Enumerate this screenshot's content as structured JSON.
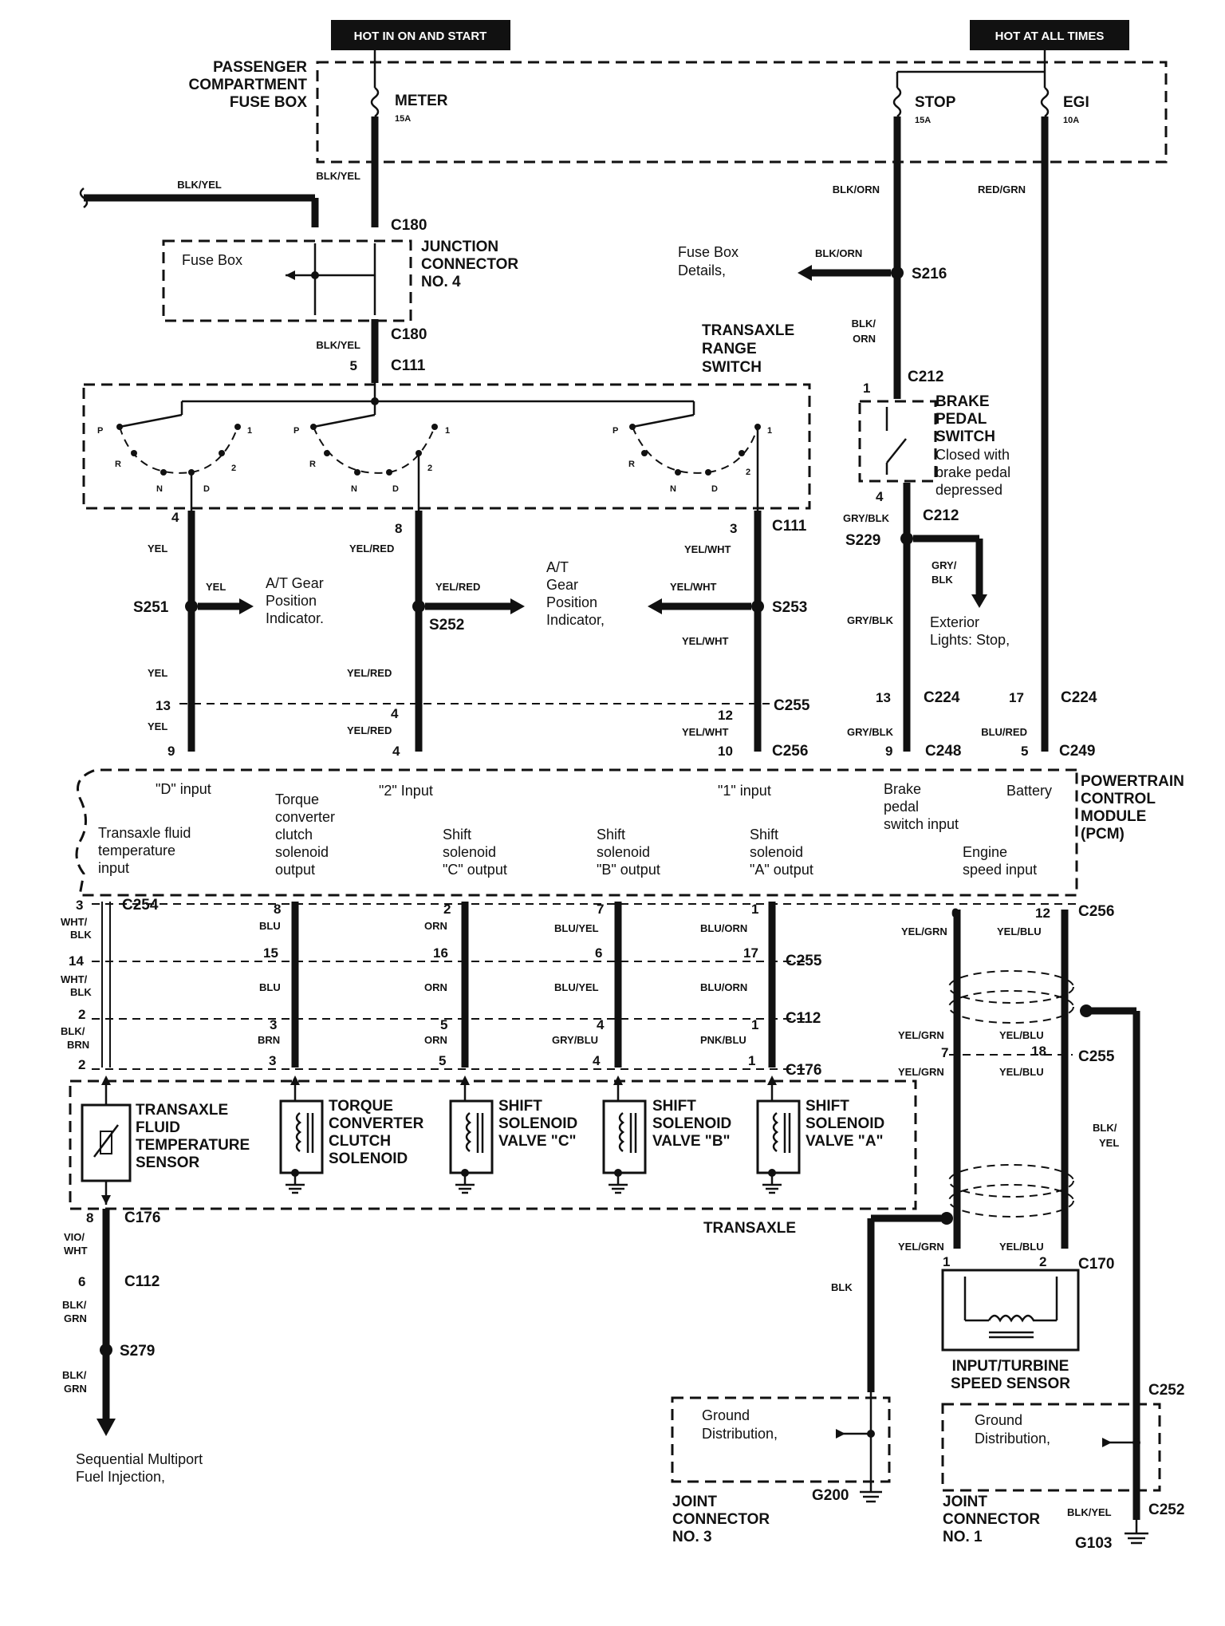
{
  "headers": {
    "hot_on_start": "HOT IN ON AND START",
    "hot_always": "HOT AT ALL TIMES"
  },
  "fusebox": {
    "title": [
      "PASSENGER",
      "COMPARTMENT",
      "FUSE BOX"
    ],
    "fuses": [
      {
        "name": "METER",
        "rating": "15A"
      },
      {
        "name": "STOP",
        "rating": "15A"
      },
      {
        "name": "EGI",
        "rating": "10A"
      }
    ]
  },
  "wires": {
    "blk_yel": "BLK/YEL",
    "blk_orn": "BLK/ORN",
    "red_grn": "RED/GRN",
    "blk_orn_split": [
      "BLK/",
      "ORN"
    ],
    "yel": "YEL",
    "yel_red": "YEL/RED",
    "yel_wht": "YEL/WHT",
    "gry_blk": "GRY/BLK",
    "gry_blk_split": [
      "GRY/",
      "BLK"
    ],
    "blu_red": "BLU/RED",
    "wht_blk": [
      "WHT/",
      "BLK"
    ],
    "blk_brn": [
      "BLK/",
      "BRN"
    ],
    "blu": "BLU",
    "brn": "BRN",
    "orn": "ORN",
    "blu_yel": "BLU/YEL",
    "gry_blu": "GRY/BLU",
    "blu_orn": "BLU/ORN",
    "pnk_blu": "PNK/BLU",
    "yel_grn": "YEL/GRN",
    "yel_blu": "YEL/BLU",
    "blk_yel_split": [
      "BLK/",
      "YEL"
    ],
    "blk": "BLK",
    "vio_wht": [
      "VIO/",
      "WHT"
    ],
    "blk_grn": [
      "BLK/",
      "GRN"
    ]
  },
  "connectors": {
    "c180": "C180",
    "c111": "C111",
    "c212": "C212",
    "c224": "C224",
    "c248": "C248",
    "c249": "C249",
    "c255": "C255",
    "c256": "C256",
    "c254": "C254",
    "c112": "C112",
    "c176": "C176",
    "c170": "C170",
    "c252": "C252"
  },
  "splices": {
    "s216": "S216",
    "s229": "S229",
    "s251": "S251",
    "s252": "S252",
    "s253": "S253",
    "s279": "S279"
  },
  "grounds": {
    "g200": "G200",
    "g103": "G103"
  },
  "pins": {
    "p5": "5",
    "p1": "1",
    "p4": "4",
    "p8": "8",
    "p3": "3",
    "p13": "13",
    "p9": "9",
    "p12": "12",
    "p10": "10",
    "p17": "17",
    "p6": "6",
    "p14": "14",
    "p2": "2",
    "p15": "15",
    "p16": "16",
    "p7": "7",
    "p18": "18"
  },
  "labels": {
    "fuse_box_sub": "Fuse Box",
    "junction4": [
      "JUNCTION",
      "CONNECTOR",
      "NO. 4"
    ],
    "fuse_box_details": [
      "Fuse Box",
      "Details,"
    ],
    "trs": [
      "TRANSAXLE",
      "RANGE",
      "SWITCH"
    ],
    "bps": [
      "BRAKE",
      "PEDAL",
      "SWITCH"
    ],
    "bps_note": [
      "Closed with",
      "brake pedal",
      "depressed"
    ],
    "at_gear_left": [
      "A/T Gear",
      "Position",
      "Indicator."
    ],
    "at_gear_mid": [
      "A/T",
      "Gear",
      "Position",
      "Indicator,"
    ],
    "ext_lights": [
      "Exterior",
      "Lights: Stop,"
    ],
    "pcm": [
      "POWERTRAIN",
      "CONTROL",
      "MODULE",
      "(PCM)"
    ],
    "d_input": "\"D\" input",
    "two_input": "\"2\" Input",
    "one_input": "\"1\" input",
    "brake_input": [
      "Brake",
      "pedal",
      "switch input"
    ],
    "battery": "Battery",
    "tft_input": [
      "Transaxle fluid",
      "temperature",
      "input"
    ],
    "tcc_output": [
      "Torque",
      "converter",
      "clutch",
      "solenoid",
      "output"
    ],
    "shift_c_output": [
      "Shift",
      "solenoid",
      "\"C\" output"
    ],
    "shift_b_output": [
      "Shift",
      "solenoid",
      "\"B\" output"
    ],
    "shift_a_output": [
      "Shift",
      "solenoid",
      "\"A\" output"
    ],
    "engine_speed": [
      "Engine",
      "speed input"
    ],
    "tft_sensor": [
      "TRANSAXLE",
      "FLUID",
      "TEMPERATURE",
      "SENSOR"
    ],
    "tcc_sol": [
      "TORQUE",
      "CONVERTER",
      "CLUTCH",
      "SOLENOID"
    ],
    "shift_c": [
      "SHIFT",
      "SOLENOID",
      "VALVE \"C\""
    ],
    "shift_b": [
      "SHIFT",
      "SOLENOID",
      "VALVE \"B\""
    ],
    "shift_a": [
      "SHIFT",
      "SOLENOID",
      "VALVE \"A\""
    ],
    "transaxle": "TRANSAXLE",
    "its_sensor": [
      "INPUT/TURBINE",
      "SPEED SENSOR"
    ],
    "ground_dist": [
      "Ground",
      "Distribution,"
    ],
    "jc3": [
      "JOINT",
      "CONNECTOR",
      "NO. 3"
    ],
    "jc1": [
      "JOINT",
      "CONNECTOR",
      "NO. 1"
    ],
    "smfi": [
      "Sequential Multiport",
      "Fuel Injection,"
    ]
  },
  "switch_positions": {
    "p": "P",
    "r": "R",
    "n": "N",
    "d": "D",
    "two": "2",
    "one": "1"
  }
}
